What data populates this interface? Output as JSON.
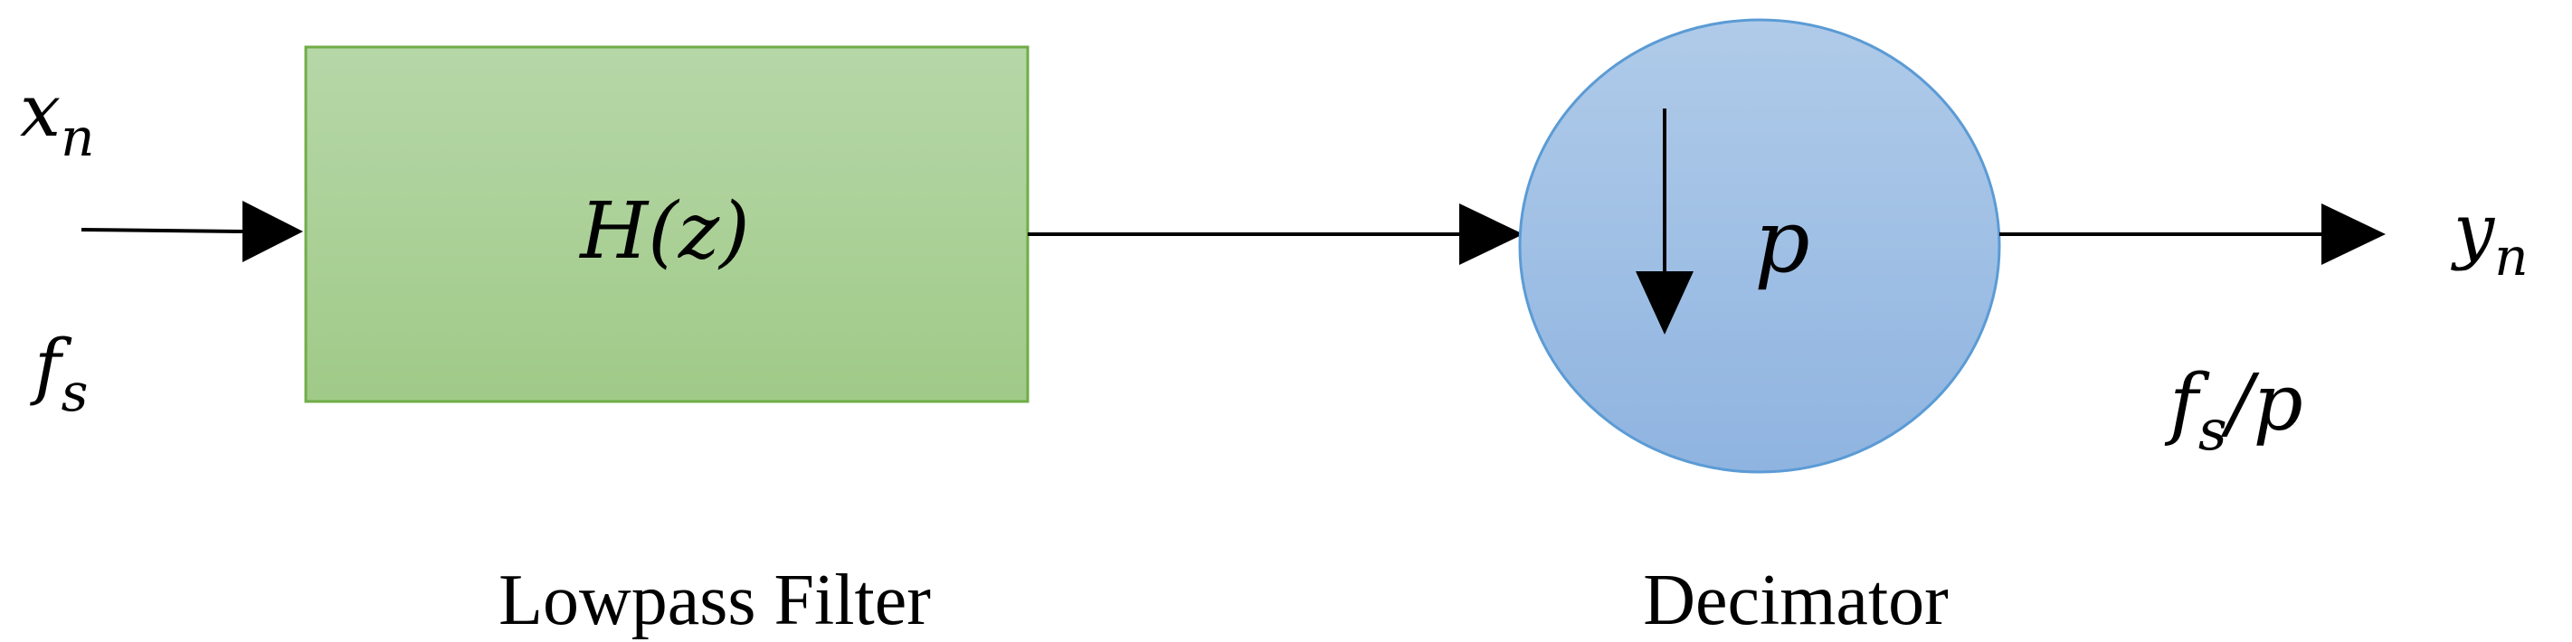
{
  "input_signal": {
    "base": "x",
    "sub": "n"
  },
  "input_rate": {
    "base": "f",
    "sub": "s"
  },
  "filter": {
    "transfer_function": "H(z)",
    "caption": "Lowpass Filter",
    "color": "#a9d18e"
  },
  "decimator": {
    "factor": "p",
    "caption": "Decimator",
    "color": "#9dc3e6"
  },
  "output_signal": {
    "base": "y",
    "sub": "n"
  },
  "output_rate": {
    "base": "f",
    "sub": "s",
    "suffix": "/p"
  }
}
